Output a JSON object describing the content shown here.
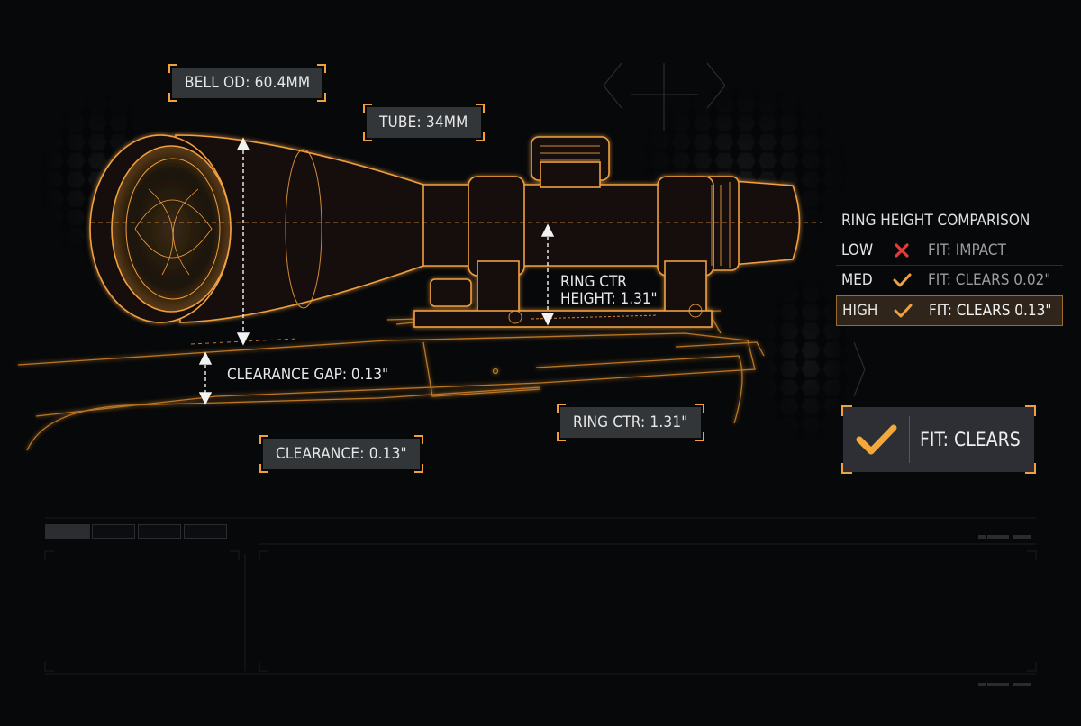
{
  "labels": {
    "bell_od": "BELL OD: 60.4MM",
    "tube": "TUBE: 34MM",
    "ring_ctr_height": [
      "RING CTR",
      "HEIGHT: 1.31\""
    ],
    "clearance_gap": "CLEARANCE GAP: 0.13\"",
    "ring_ctr": "RING CTR: 1.31\"",
    "clearance": "CLEARANCE: 0.13\""
  },
  "comparison": {
    "title": "RING HEIGHT COMPARISON",
    "rows": [
      {
        "level": "LOW",
        "icon": "x-icon",
        "fit": "FIT: IMPACT"
      },
      {
        "level": "MED",
        "icon": "check-icon",
        "fit": "FIT: CLEARS 0.02\""
      },
      {
        "level": "HIGH",
        "icon": "check-icon",
        "fit": "FIT: CLEARS 0.13\"",
        "selected": true
      }
    ]
  },
  "verdict": {
    "icon": "check-icon",
    "label": "FIT: CLEARS"
  },
  "colors": {
    "accent": "#f0a040",
    "error": "#e83838",
    "background": "#07080a",
    "panel": "#3a3c40"
  }
}
